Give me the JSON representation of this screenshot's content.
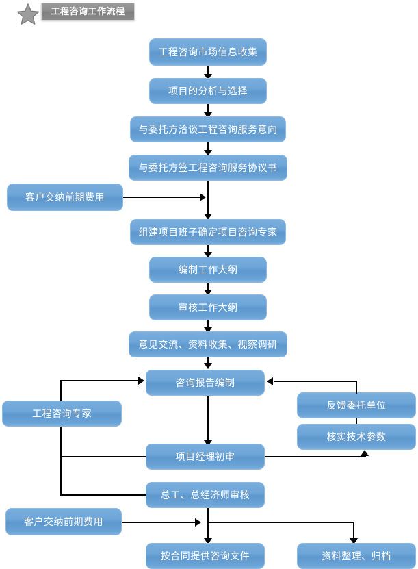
{
  "header": {
    "star_icon": "star-icon",
    "title": "工程咨询工作流程"
  },
  "nodes": {
    "market_info": {
      "label": "工程咨询市场信息收集"
    },
    "project_analysis": {
      "label": "项目的分析与选择"
    },
    "negotiate_intent": {
      "label": "与委托方洽谈工程咨询服务意向"
    },
    "sign_agreement": {
      "label": "与委托方签工程咨询服务协议书"
    },
    "client_fee_1": {
      "label": "客户交纳前期费用"
    },
    "form_team": {
      "label": "组建项目班子确定项目咨询专家"
    },
    "draft_outline": {
      "label": "编制工作大纲"
    },
    "review_outline": {
      "label": "审核工作大纲"
    },
    "exchange_survey": {
      "label": "意见交流、资料收集、视察调研"
    },
    "report_drafting": {
      "label": "咨询报告编制"
    },
    "consult_expert": {
      "label": "工程咨询专家"
    },
    "feedback_unit": {
      "label": "反馈委托单位"
    },
    "verify_params": {
      "label": "核实技术参数"
    },
    "pm_review": {
      "label": "项目经理初审"
    },
    "chief_review": {
      "label": "总工、总经济师审核"
    },
    "client_fee_2": {
      "label": "客户交纳前期费用"
    },
    "deliver_docs": {
      "label": "按合同提供咨询文件"
    },
    "archive": {
      "label": "资料整理、归档"
    }
  },
  "colors": {
    "node_fill_top": "#79aedd",
    "node_fill_bottom": "#5d97cd",
    "node_border": "#8fb8de",
    "node_text": "#ffffff",
    "connector": "#000000",
    "header_button": "#8d8d8d",
    "star": "#9a9a9a",
    "page_background": "#ffffff"
  }
}
